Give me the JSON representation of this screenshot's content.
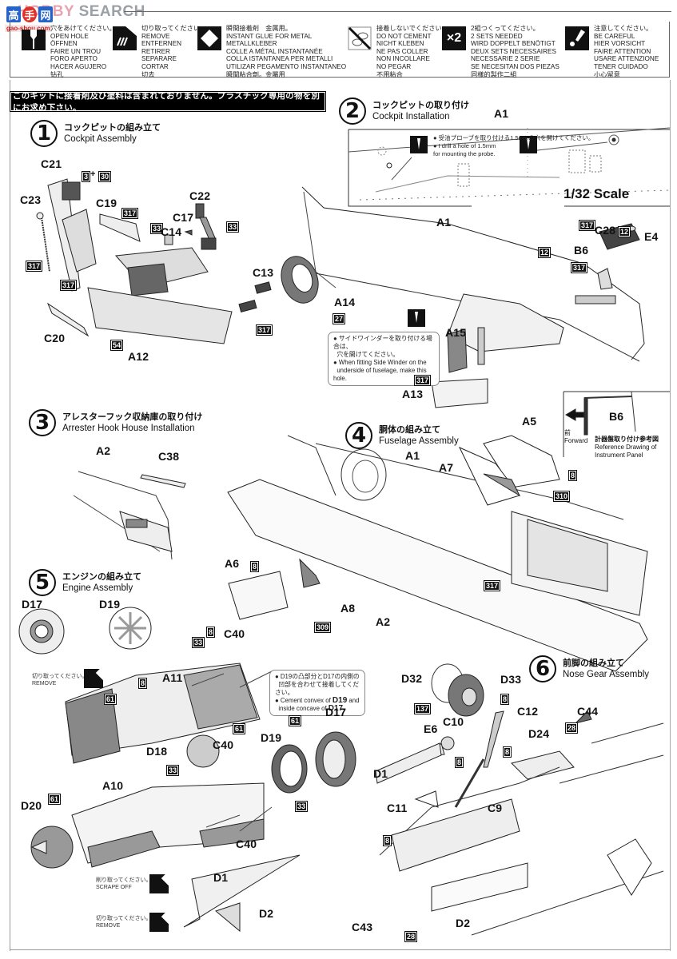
{
  "watermark": {
    "brand_prefix": "HOBBY",
    "brand_suffix": "SEARCH",
    "logo_chars": [
      "高",
      "手",
      "网"
    ],
    "url": "gao-shou.com"
  },
  "legend": [
    {
      "icon": "drill-hole-icon",
      "lines": [
        "穴をあけてください。",
        "OPEN HOLE",
        "ÖFFNEN",
        "FAIRE UN TROU",
        "FORO APERTO",
        "HACER AGUJERO",
        "钻孔"
      ]
    },
    {
      "icon": "cut-remove-icon",
      "lines": [
        "切り取ってください。",
        "REMOVE",
        "ENTFERNEN",
        "RETIRER",
        "SEPARARE",
        "CORTAR",
        "切去"
      ]
    },
    {
      "icon": "metal-glue-icon",
      "lines": [
        "瞬間接着剤　金属用。",
        "INSTANT GLUE FOR METAL",
        "METALLKLEBER",
        "COLLE A MÉTAL INSTANTANÉE",
        "COLLA ISTANTANEA PER METALLI",
        "UTILIZAR PEGAMENTO INSTANTANEO",
        "瞬間粘合劑。金屬用"
      ]
    },
    {
      "icon": "no-cement-icon",
      "lines": [
        "接着しないでください。",
        "DO NOT CEMENT",
        "NICHT KLEBEN",
        "NE PAS COLLER",
        "NON INCOLLARE",
        "NO PEGAR",
        "不用粘合"
      ]
    },
    {
      "icon": "x2-sets-icon",
      "glyph": "×2",
      "lines": [
        "2組つくってください。",
        "2 SETS NEEDED",
        "WIRD DOPPELT BENÖTIGT",
        "DEUX SETS NECESSAIRES",
        "NECESSARIE 2 SERIE",
        "SE NECESITAN DOS PIEZAS",
        "同樣的製作二組"
      ]
    },
    {
      "icon": "caution-icon",
      "lines": [
        "注意してください。",
        "BE CAREFUL",
        "HIER VORSICHT",
        "FAIRE ATTENTION",
        "USARE ATTENZIONE",
        "TENER CUIDADO",
        "小心留意"
      ]
    }
  ],
  "notice": "このキットに接着剤及び塗料は含まれておりません。プラスチック専用の物を別にお求め下さい。",
  "steps": [
    {
      "num": "1",
      "jp": "コックピットの組み立て",
      "en": "Cockpit Assembly"
    },
    {
      "num": "2",
      "jp": "コックピットの取り付け",
      "en": "Cockpit Installation"
    },
    {
      "num": "3",
      "jp": "アレスターフック収納庫の取り付け",
      "en": "Arrester Hook House Installation"
    },
    {
      "num": "4",
      "jp": "胴体の組み立て",
      "en": "Fuselage Assembly"
    },
    {
      "num": "5",
      "jp": "エンジンの組み立て",
      "en": "Engine Assembly"
    },
    {
      "num": "6",
      "jp": "前脚の組み立て",
      "en": "Nose Gear Assembly"
    }
  ],
  "scale_label": "1/32 Scale",
  "notes": {
    "probe_jp": "受油プローブを取り付ける1.5mmの穴を開けてください。",
    "probe_en_1": "I drill a hole of 1.5mm",
    "probe_en_2": "for mounting the probe.",
    "sidewinder_jp_1": "サイドワインダーを取り付ける場合は、",
    "sidewinder_jp_2": "穴を開けてください。",
    "sidewinder_en_1": "When fitting Side Winder on the",
    "sidewinder_en_2": "underside of fuselage, make this hole.",
    "cement_jp_1": "D19の凸部分とD17の内側の",
    "cement_jp_2": "凹部を合わせて接着してください。",
    "cement_en_prefix": "Cement convex of ",
    "cement_en_part1": "D19",
    "cement_en_mid": " and",
    "cement_en_line2": "inside concave of ",
    "cement_en_part2": "D17",
    "cement_en_end": ".",
    "forward_jp": "前",
    "forward_en": "Forward",
    "ref_jp": "計器盤取り付け参考図",
    "ref_en_1": "Reference Drawing of",
    "ref_en_2": "Instrument Panel",
    "remove_jp": "切り取ってください。",
    "remove_en": "REMOVE",
    "scrape_jp": "削り取ってください。",
    "scrape_en": "SCRAPE OFF"
  },
  "parts": {
    "step1": [
      "C21",
      "C23",
      "C19",
      "C22",
      "C17",
      "C14",
      "C13",
      "A14",
      "C20",
      "A12"
    ],
    "step2": [
      "A1",
      "A1",
      "C28",
      "E4",
      "B6",
      "A15",
      "A13",
      "B6"
    ],
    "step3": [
      "A2",
      "C38"
    ],
    "step4": [
      "A5",
      "A1",
      "A7",
      "A6",
      "A8",
      "A2"
    ],
    "step5": [
      "D17",
      "D19",
      "C40",
      "A11",
      "D18",
      "C40",
      "D19",
      "D17",
      "A10",
      "D20",
      "C40",
      "D1",
      "D2"
    ],
    "step6": [
      "D32",
      "D33",
      "C12",
      "E6",
      "C10",
      "C44",
      "D24",
      "D1",
      "C11",
      "C9",
      "C43",
      "D2"
    ]
  },
  "paint_codes": {
    "c21": "3",
    "plus": "+",
    "c21b": "30",
    "p317": "317",
    "p33": "33",
    "p54": "54",
    "p27": "27",
    "p12": "12",
    "p8": "8",
    "p310": "310",
    "p309": "309",
    "p61": "61",
    "p137": "137",
    "p28": "28"
  }
}
